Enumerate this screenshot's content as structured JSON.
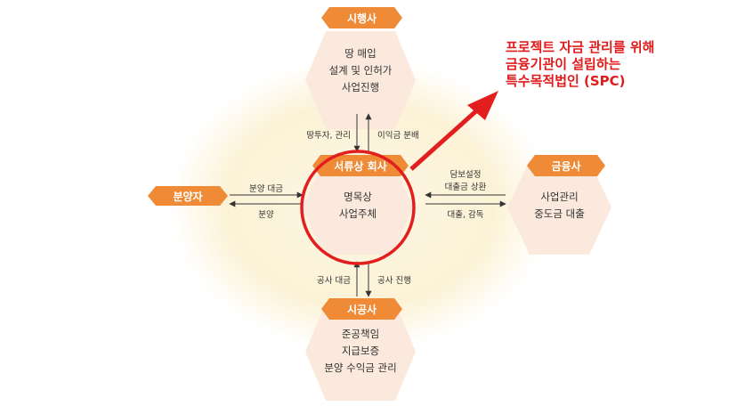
{
  "colors": {
    "hexagon_fill": "#fbe9dd",
    "label_tab": "#ef8a37",
    "glow": "#fbf1d2",
    "arrow": "#333333",
    "highlight": "#e31e1e"
  },
  "nodes": {
    "top": {
      "title": "시행사",
      "lines": [
        "땅 매입",
        "설계 및 인허가",
        "사업진행"
      ]
    },
    "center": {
      "title": "서류상 회사",
      "lines": [
        "명목상",
        "사업주체"
      ]
    },
    "right": {
      "title": "금융사",
      "lines": [
        "사업관리",
        "중도금 대출"
      ]
    },
    "bottom": {
      "title": "시공사",
      "lines": [
        "준공책임",
        "지급보증",
        "분양 수익금 관리"
      ]
    },
    "left": {
      "title": "분양자"
    }
  },
  "flows": {
    "top_down": "땅투자, 관리",
    "top_up": "이익금 분배",
    "left_right": "분양 대금",
    "left_left": "분양",
    "right_left_1": "담보설정",
    "right_left_2": "대출금 상환",
    "right_right": "대출, 감독",
    "bottom_up": "공사 대금",
    "bottom_down": "공사 진행"
  },
  "annotation": {
    "lines": [
      "프로젝트 자금 관리를 위해",
      "금융기관이 설립하는",
      "특수목적법인 (SPC)"
    ]
  }
}
